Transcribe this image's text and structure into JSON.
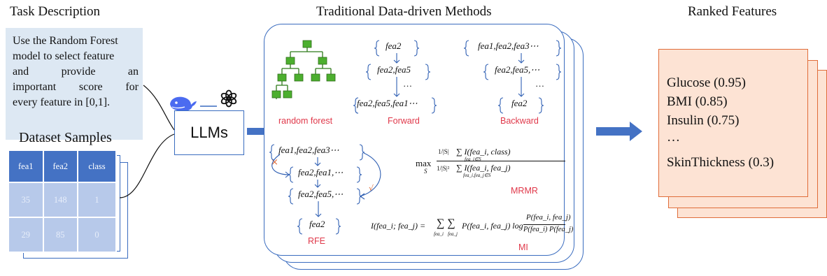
{
  "titles": {
    "task": "Task Description",
    "methods": "Traditional Data-driven Methods",
    "ranked": "Ranked Features",
    "dataset": "Dataset Samples"
  },
  "task": {
    "lines": [
      "Use the Random Forest",
      "model to select feature",
      "and provide an",
      "important score for",
      "every feature in [0,1]."
    ]
  },
  "llm": {
    "label": "LLMs"
  },
  "dataset": {
    "headers": [
      "fea1",
      "fea2",
      "class"
    ],
    "rows": [
      [
        "35",
        "148",
        "1"
      ],
      [
        "29",
        "85",
        "0"
      ]
    ]
  },
  "methods": {
    "random_forest": {
      "label": "random forest"
    },
    "forward": {
      "label": "Forward",
      "steps": [
        "fea2",
        "fea2,fea5",
        "…",
        "fea2,fea5,fea1⋯"
      ]
    },
    "backward": {
      "label": "Backward",
      "steps": [
        "fea1,fea2,fea3⋯",
        "fea2,fea5,⋯",
        "…",
        "fea2"
      ]
    },
    "rfe": {
      "label": "RFE",
      "steps": [
        "fea1,fea2,fea3⋯",
        "fea2,fea1,⋯",
        "fea2,fea5,⋯",
        "fea2"
      ],
      "cross_mark": "×",
      "check_mark": "√"
    },
    "mrmr": {
      "label": "MRMR",
      "max": "max",
      "sub": "S",
      "num_frac": "1/|S|",
      "num_expr": "∑ I(fea_i, class)",
      "num_sum_sub": "fea_i∈S",
      "den_frac": "1/|S|²",
      "den_expr": "∑ I(fea_i, fea_j)",
      "den_sum_sub": "fea_i,fea_j∈S"
    },
    "mi": {
      "label": "MI",
      "lhs": "I(fea_i; fea_j) =",
      "sums": "∑ ∑",
      "sub_i": "fea_i",
      "sub_j": "fea_j",
      "mid": "P(fea_i, fea_j) log",
      "num": "P(fea_i, fea_j)",
      "den": "P(fea_i) P(fea_j)"
    }
  },
  "ranked": {
    "items": [
      "Glucose (0.95)",
      "BMI (0.85)",
      "Insulin (0.75)",
      "…",
      "SkinThickness (0.3)"
    ]
  },
  "colors": {
    "blue": "#4472c4",
    "light_blue": "#dde8f3",
    "green": "#4caf2e",
    "red_label": "#e0384a",
    "orange": "#e06d3a",
    "peach": "#fde3d4"
  },
  "icons": [
    "deepseek-whale-icon",
    "openai-logo-icon"
  ]
}
